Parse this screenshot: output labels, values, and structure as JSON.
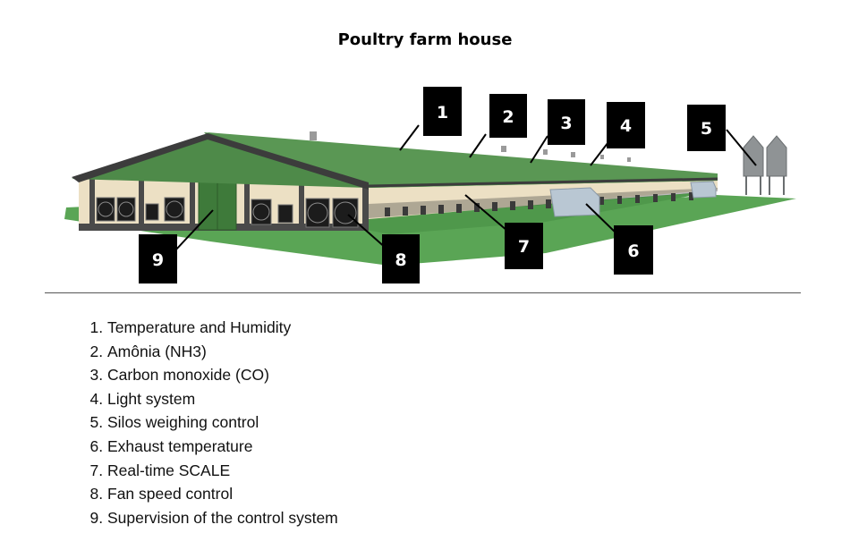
{
  "title": "Poultry farm house",
  "callouts": [
    "1",
    "2",
    "3",
    "4",
    "5",
    "6",
    "7",
    "8",
    "9"
  ],
  "legend": [
    "Temperature and Humidity",
    "Amônia (NH3)",
    "Carbon monoxide (CO)",
    "Light system",
    "Silos weighing control",
    "Exhaust temperature",
    "Real-time SCALE",
    "Fan speed control",
    "Supervision of the control system"
  ],
  "colors": {
    "roof": "#4e8a49",
    "ground": "#5aa555",
    "wall": "#ece0c4",
    "frame": "#4a4a4a",
    "door": "#3e7a3a",
    "callout_box": "#000000"
  }
}
